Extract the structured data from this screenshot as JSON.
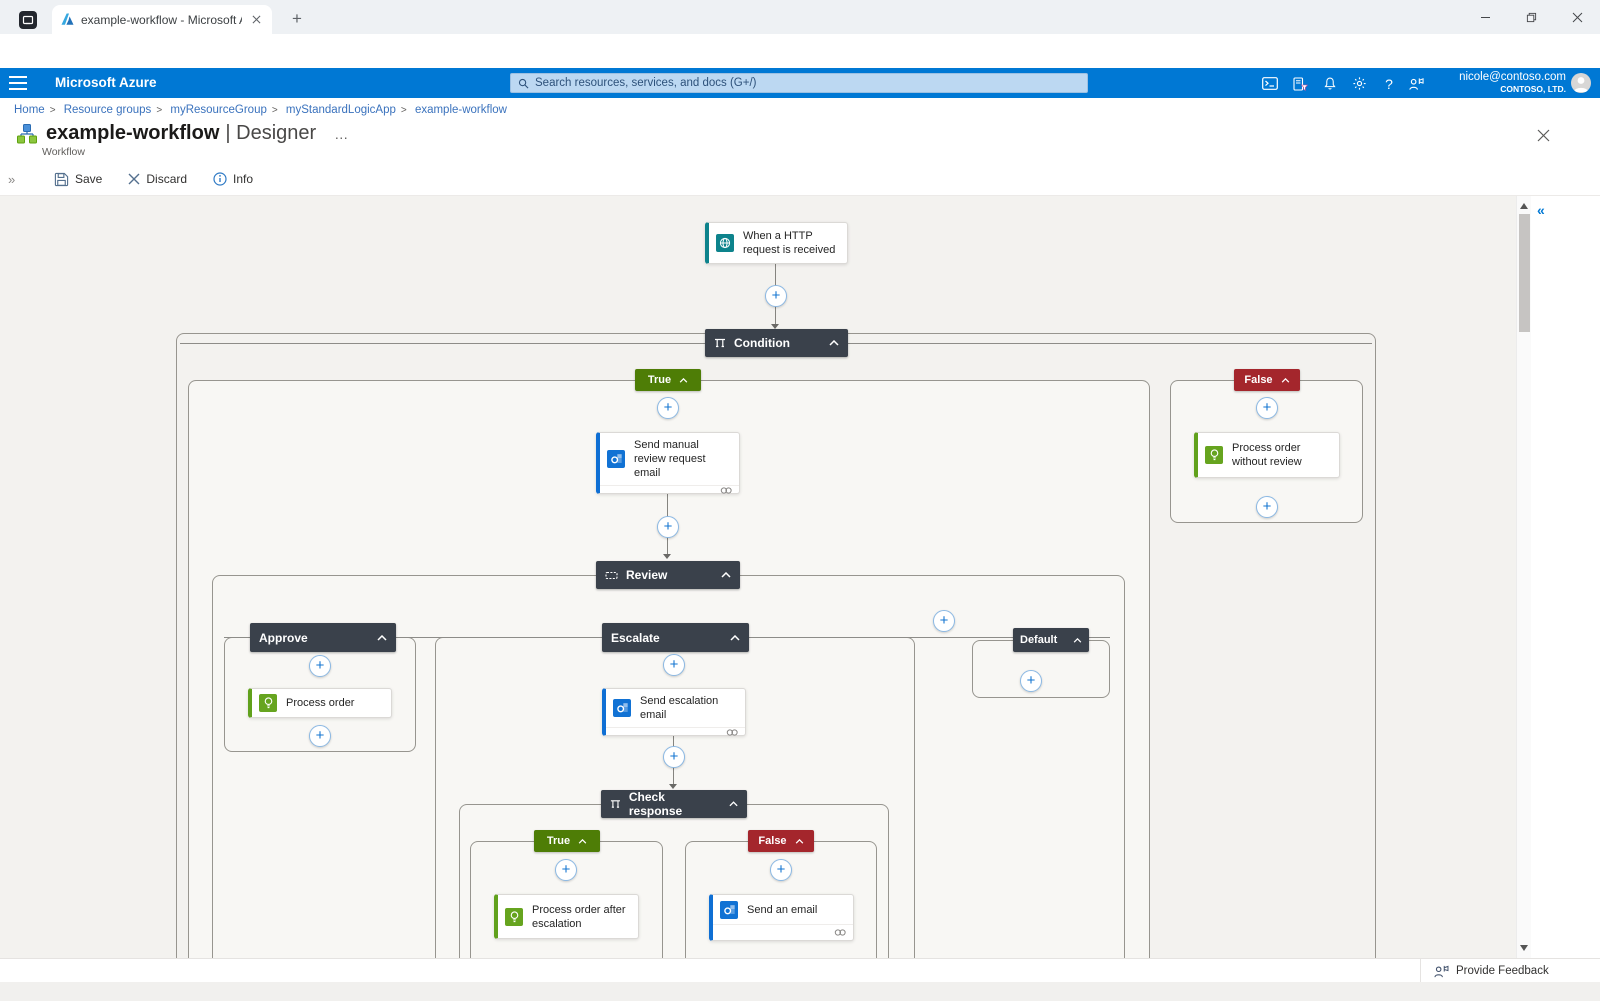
{
  "browser": {
    "tab_title": "example-workflow - Microsoft A",
    "url": "https://portal.azure.com/"
  },
  "azure": {
    "brand": "Microsoft Azure",
    "search_placeholder": "Search resources, services, and docs (G+/)",
    "account_email": "nicole@contoso.com",
    "account_tenant": "CONTOSO, LTD."
  },
  "breadcrumb": [
    "Home",
    "Resource groups",
    "myResourceGroup",
    "myStandardLogicApp",
    "example-workflow"
  ],
  "page": {
    "title": "example-workflow",
    "title_suffix": "| Designer",
    "overflow": "…",
    "subtitle": "Workflow"
  },
  "commands": {
    "save": "Save",
    "discard": "Discard",
    "info": "Info"
  },
  "workflow": {
    "trigger": "When a HTTP request is received",
    "condition": "Condition",
    "cond_true": "True",
    "cond_false": "False",
    "send_manual_review": "Send manual review request email",
    "process_without_review": "Process order without review",
    "review": "Review",
    "approve": "Approve",
    "escalate": "Escalate",
    "default_case": "Default",
    "process_order": "Process order",
    "send_escalation": "Send escalation email",
    "check_response": "Check response",
    "check_true": "True",
    "check_false": "False",
    "process_after_escalation": "Process order after escalation",
    "send_an_email": "Send an email"
  },
  "footer": {
    "feedback": "Provide Feedback"
  },
  "colors": {
    "azure_blue": "#0078d4",
    "scope_header": "#3a414b",
    "true_green": "#4e7d06",
    "false_red": "#a4262c",
    "action_green": "#66a41f",
    "outlook_blue": "#1172d4",
    "http_teal": "#0d838c"
  }
}
